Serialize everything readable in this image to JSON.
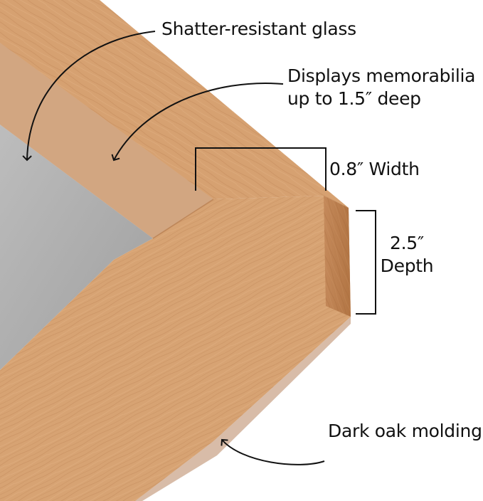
{
  "annotations": {
    "glass": "Shatter-resistant glass",
    "displays_line1": "Displays memorabilia",
    "displays_line2": "up to 1.5″ deep",
    "width": "0.8″ Width",
    "depth_value": "2.5″",
    "depth_label": "Depth",
    "molding": "Dark oak molding"
  },
  "colors": {
    "wood_light": "#d9a77a",
    "wood_mid": "#c98d5e",
    "wood_dark": "#a86a3e",
    "backing": "#b9b9b9",
    "glass_tint": "#cfcfcf",
    "ink": "#111111"
  }
}
